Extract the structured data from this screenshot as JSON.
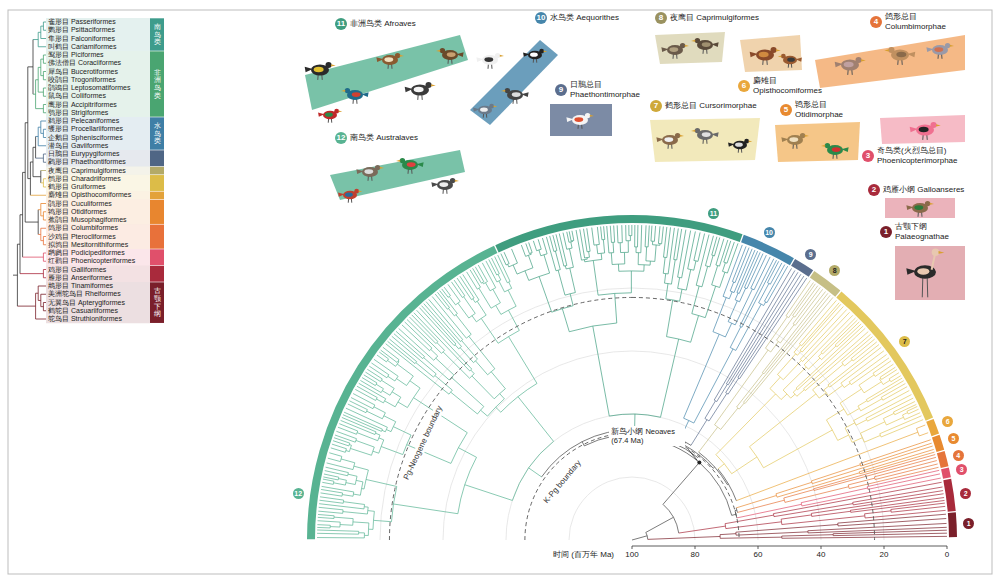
{
  "diagram": {
    "nodes": [
      {
        "text": [
          "11",
          "非洲鸟类 Afroaves"
        ]
      },
      {
        "text": [
          "10",
          "水鸟类 Aequorithes"
        ]
      },
      {
        "text": [
          "8",
          "夜鹰目 Caprimulgiformes"
        ]
      },
      {
        "text": [
          "4",
          "鸽形总目 Columbimorphae"
        ]
      },
      {
        "text": [
          "9",
          "日鳽总目 Phaethontimorphae"
        ]
      },
      {
        "text": [
          "7",
          "鹤形总目 Cursorimorphae"
        ]
      },
      {
        "text": [
          "6",
          "麝雉目 Opisthocomiformes"
        ]
      },
      {
        "text": [
          "5",
          "鸨形总目 Otidimorphae"
        ]
      },
      {
        "text": [
          "3",
          "奇鸟类(火烈鸟总目) Phoenicopterimorphae"
        ]
      },
      {
        "text": [
          "12",
          "南鸟类 Australaves"
        ]
      },
      {
        "text": [
          "2",
          "鸡雁小纲 Galloanseres"
        ]
      },
      {
        "text": [
          "1",
          "古颚下纲 Palaeognathae"
        ]
      }
    ],
    "labels": [
      "雀形目 Passeriformes",
      "鹦形目 Psittaciformes",
      "隼形目 Falconiformes",
      "叫鹤目 Cariamiformes",
      "䴕形目 Piciformes",
      "佛法僧目 Coraciiformes",
      "犀鸟目 Bucerotiformes",
      "咬鹃目 Trogoniformes",
      "鹃鴗目 Leptosomatiformes",
      "鼠鸟目 Coliiformes",
      "鹰形目 Accipitriformes",
      "鸮形目 Strigiformes",
      "鹈形目 Pelecaniformes",
      "鹱形目 Procellariiformes",
      "企鹅目 Sphenisciformes",
      "潜鸟目 Gaviiformes",
      "日鳽目 Eurypygiformes",
      "鹲形目 Phaethontiformes",
      "夜鹰目 Caprimulgiformes",
      "鸻形目 Charadriiformes",
      "鹤形目 Gruiformes",
      "麝雉目 Opisthocomiformes",
      "鹃形目 Cuculiformes",
      "鸨形目 Otidiformes",
      "蕉鹃目 Musophagiformes",
      "鸽形目 Columbiformes",
      "沙鸡目 Pterocliformes",
      "拟鹑目 Mesitornithiformes",
      "䴙䴘目 Podicipediformes",
      "红鹳目 Phoenicopteriformes",
      "鸡形目 Galliformes",
      "雁形目 Anseriformes",
      "䳍形目 Tinamiformes",
      "美洲鸵鸟目 Rheiformes",
      "无翼鸟目 Apterygiformes",
      "鹤鸵目 Casuariiformes",
      "鸵鸟目 Struthioniformes",
      "南鸟类",
      "非洲鸟类",
      "水鸟类",
      "古颚下纲",
      "12",
      "11",
      "10",
      "9",
      "8",
      "7",
      "6",
      "5",
      "4",
      "3",
      "2",
      "1",
      "新鸟小纲 Neoaves (67.4 Ma)",
      "Pg-Neogene boundary",
      "K-Pg boundary",
      "时间 (百万年 Ma)",
      "100",
      "80",
      "60",
      "40",
      "20",
      "0"
    ]
  }
}
